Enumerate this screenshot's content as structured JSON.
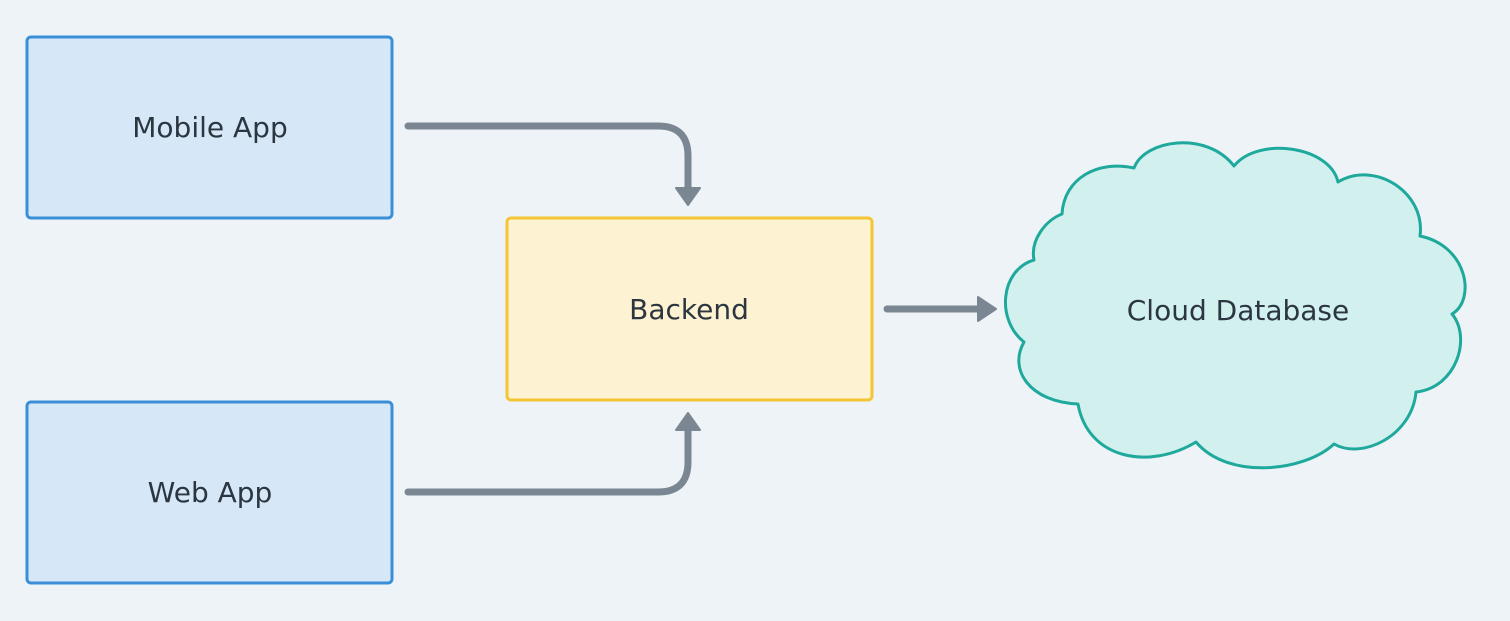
{
  "nodes": {
    "mobile_app": "Mobile App",
    "web_app": "Web App",
    "backend": "Backend",
    "cloud_database": "Cloud Database"
  },
  "colors": {
    "background": "#eef3f8",
    "client_fill": "#d6e7f7",
    "client_stroke": "#3a8fd6",
    "backend_fill": "#fdf2d2",
    "backend_stroke": "#f4c534",
    "cloud_fill": "#d2f0ee",
    "cloud_stroke": "#1ea99c",
    "connector": "#7a8793",
    "text": "#2b3640"
  },
  "connections": [
    {
      "from": "Mobile App",
      "to": "Backend"
    },
    {
      "from": "Web App",
      "to": "Backend"
    },
    {
      "from": "Backend",
      "to": "Cloud Database"
    }
  ]
}
